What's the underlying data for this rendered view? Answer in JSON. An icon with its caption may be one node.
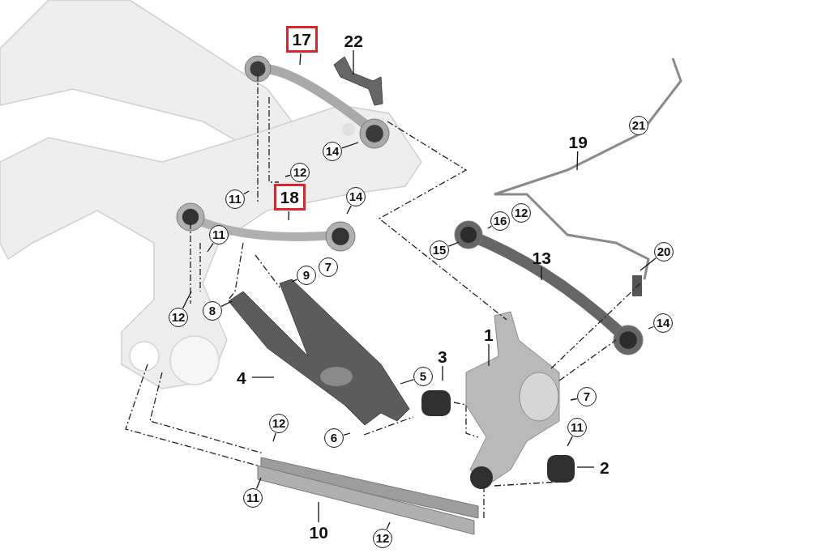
{
  "diagram": {
    "nodes": [
      {
        "text": [
          "17"
        ]
      },
      {
        "text": [
          "22"
        ]
      },
      {
        "text": [
          "14"
        ]
      },
      {
        "text": [
          "12"
        ]
      },
      {
        "text": [
          "11"
        ]
      },
      {
        "text": [
          "18"
        ]
      },
      {
        "text": [
          "14"
        ]
      },
      {
        "text": [
          "11"
        ]
      },
      {
        "text": [
          "9"
        ]
      },
      {
        "text": [
          "12"
        ]
      },
      {
        "text": [
          "8"
        ]
      },
      {
        "text": [
          "19"
        ]
      },
      {
        "text": [
          "16"
        ]
      },
      {
        "text": [
          "15"
        ]
      },
      {
        "text": [
          "13"
        ]
      },
      {
        "text": [
          "20"
        ]
      },
      {
        "text": [
          "1"
        ]
      },
      {
        "text": [
          "14"
        ]
      },
      {
        "text": [
          "3"
        ]
      },
      {
        "text": [
          "4"
        ]
      },
      {
        "text": [
          "5"
        ]
      },
      {
        "text": [
          "7"
        ]
      },
      {
        "text": [
          "6"
        ]
      },
      {
        "text": [
          "11"
        ]
      },
      {
        "text": [
          "12"
        ]
      },
      {
        "text": [
          "2"
        ]
      },
      {
        "text": [
          "11"
        ]
      },
      {
        "text": [
          "10"
        ]
      },
      {
        "text": [
          "12"
        ]
      },
      {
        "text": [
          "7"
        ]
      },
      {
        "text": [
          "21"
        ]
      },
      {
        "text": [
          "12"
        ]
      }
    ],
    "edges": [
      {
        "from": 0,
        "to": null,
        "arrow": "none"
      },
      {
        "from": 1,
        "to": null,
        "arrow": "none"
      },
      {
        "from": 2,
        "to": null,
        "arrow": "none"
      },
      {
        "from": 3,
        "to": null,
        "arrow": "none"
      },
      {
        "from": 4,
        "to": null,
        "arrow": "none"
      },
      {
        "from": 5,
        "to": null,
        "arrow": "none"
      },
      {
        "from": 6,
        "to": null,
        "arrow": "none"
      },
      {
        "from": 7,
        "to": null,
        "arrow": "none"
      },
      {
        "from": 8,
        "to": null,
        "arrow": "none"
      },
      {
        "from": 9,
        "to": null,
        "arrow": "none"
      },
      {
        "from": 10,
        "to": null,
        "arrow": "none"
      },
      {
        "from": 11,
        "to": null,
        "arrow": "none"
      },
      {
        "from": 12,
        "to": null,
        "arrow": "none"
      },
      {
        "from": 13,
        "to": null,
        "arrow": "none"
      },
      {
        "from": 14,
        "to": null,
        "arrow": "none"
      },
      {
        "from": 15,
        "to": null,
        "arrow": "none"
      },
      {
        "from": 16,
        "to": null,
        "arrow": "none"
      },
      {
        "from": 17,
        "to": null,
        "arrow": "none"
      },
      {
        "from": 18,
        "to": null,
        "arrow": "none"
      },
      {
        "from": 19,
        "to": null,
        "arrow": "none"
      },
      {
        "from": 20,
        "to": null,
        "arrow": "none"
      },
      {
        "from": 21,
        "to": null,
        "arrow": "none"
      },
      {
        "from": 22,
        "to": null,
        "arrow": "none"
      },
      {
        "from": 23,
        "to": null,
        "arrow": "none"
      },
      {
        "from": 24,
        "to": null,
        "arrow": "none"
      },
      {
        "from": 25,
        "to": null,
        "arrow": "none"
      },
      {
        "from": 26,
        "to": null,
        "arrow": "none"
      },
      {
        "from": 27,
        "to": null,
        "arrow": "none"
      },
      {
        "from": 28,
        "to": null,
        "arrow": "none"
      }
    ]
  }
}
